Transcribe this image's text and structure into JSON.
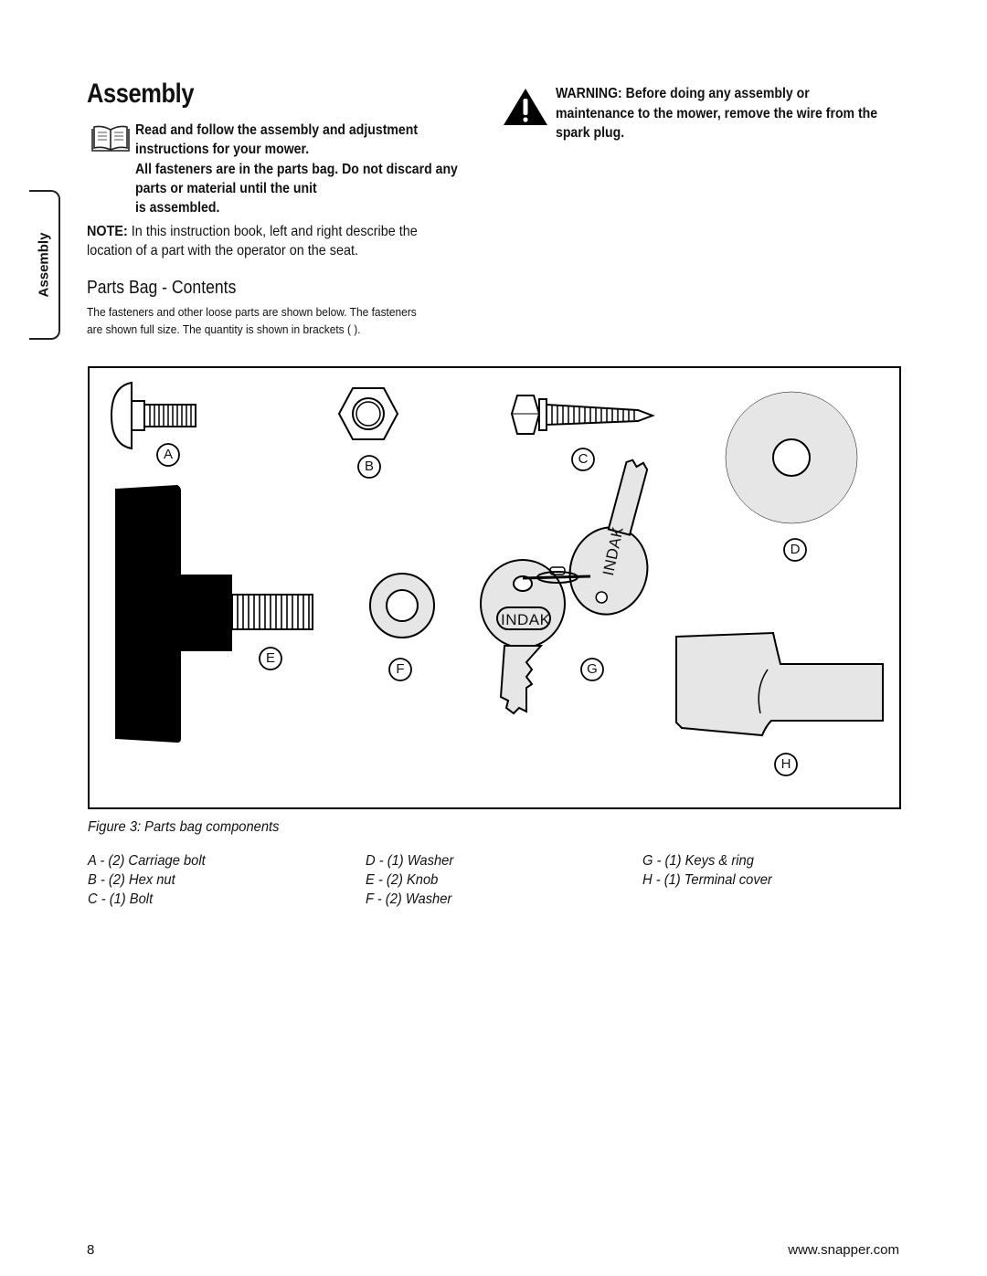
{
  "page": {
    "title": "Assembly",
    "side_tab": "Assembly",
    "book_notice": {
      "line1": "Read and follow the assembly and adjustment",
      "line2": "instructions for your mower."
    },
    "fasteners_notice": {
      "line1": "All fasteners are in the parts bag. Do not discard any",
      "line2": "parts or material until the unit",
      "line3": "is assembled."
    },
    "note": {
      "label": "NOTE:",
      "line1": "In this instruction book, left and right describe the",
      "line2": "location of a part with the operator on the seat."
    },
    "warning": {
      "line1": "WARNING: Before doing any assembly or",
      "line2": "maintenance to the mower, remove the wire from the",
      "line3": "spark plug."
    },
    "section_heading": "Parts Bag - Contents",
    "intro": {
      "line1": "The fasteners and other loose parts are shown below. The fasteners",
      "line2": "are shown full size. The quantity is shown in brackets ( )."
    },
    "figure": {
      "labels": {
        "a": "A",
        "b": "B",
        "c": "C",
        "d": "D",
        "e": "E",
        "f": "F",
        "g": "G",
        "h": "H"
      },
      "key_brand": "INDAK",
      "caption": "Figure 3: Parts bag components"
    },
    "legend": {
      "col1": [
        "A -  (2) Carriage bolt",
        "B -  (2) Hex nut",
        "C -  (1) Bolt"
      ],
      "col2": [
        "D - (1) Washer",
        "E - (2) Knob",
        "F - (2) Washer"
      ],
      "col3": [
        "G -  (1) Keys & ring",
        "H -  (1) Terminal cover"
      ]
    },
    "footer": {
      "page_number": "8",
      "website": "www.snapper.com"
    }
  }
}
